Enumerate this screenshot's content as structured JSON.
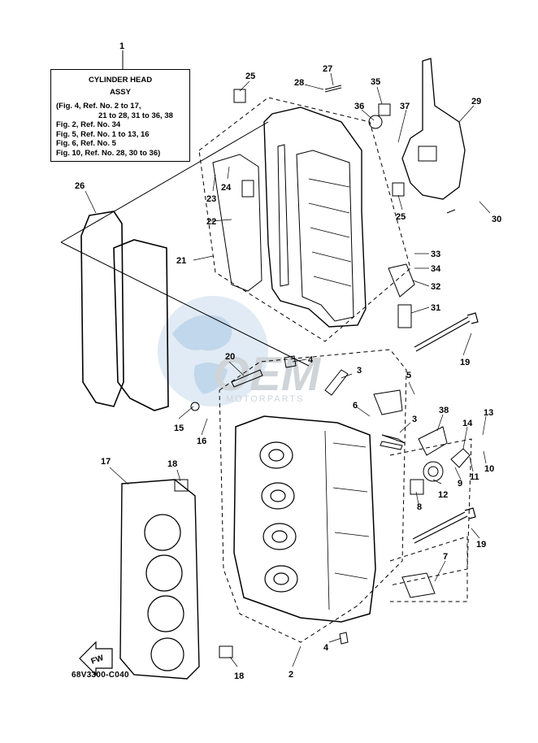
{
  "title_box": {
    "title_line1": "CYLINDER HEAD",
    "title_line2": "ASSY",
    "refs": [
      "(Fig. 4, Ref. No. 2 to 17,",
      "21 to 28, 31 to 36, 38",
      "Fig. 2, Ref. No. 34",
      "Fig. 5, Ref. No. 1 to 13, 16",
      "Fig. 6, Ref. No. 5",
      "Fig. 10, Ref. No. 28, 30 to 36)"
    ]
  },
  "diagram_code": "68V3300-C040",
  "fw_label": "FW",
  "watermark": "MOTORPARTS",
  "callouts": [
    "1",
    "2",
    "3",
    "3",
    "4",
    "4",
    "5",
    "6",
    "7",
    "8",
    "9",
    "10",
    "11",
    "12",
    "13",
    "14",
    "15",
    "16",
    "17",
    "18",
    "18",
    "19",
    "19",
    "20",
    "21",
    "22",
    "23",
    "24",
    "25",
    "25",
    "26",
    "27",
    "28",
    "29",
    "30",
    "31",
    "32",
    "33",
    "34",
    "35",
    "36",
    "37",
    "38"
  ],
  "colors": {
    "line": "#000000",
    "watermark_blue": "#8fb8dc",
    "watermark_gray": "#b9bfc6"
  }
}
